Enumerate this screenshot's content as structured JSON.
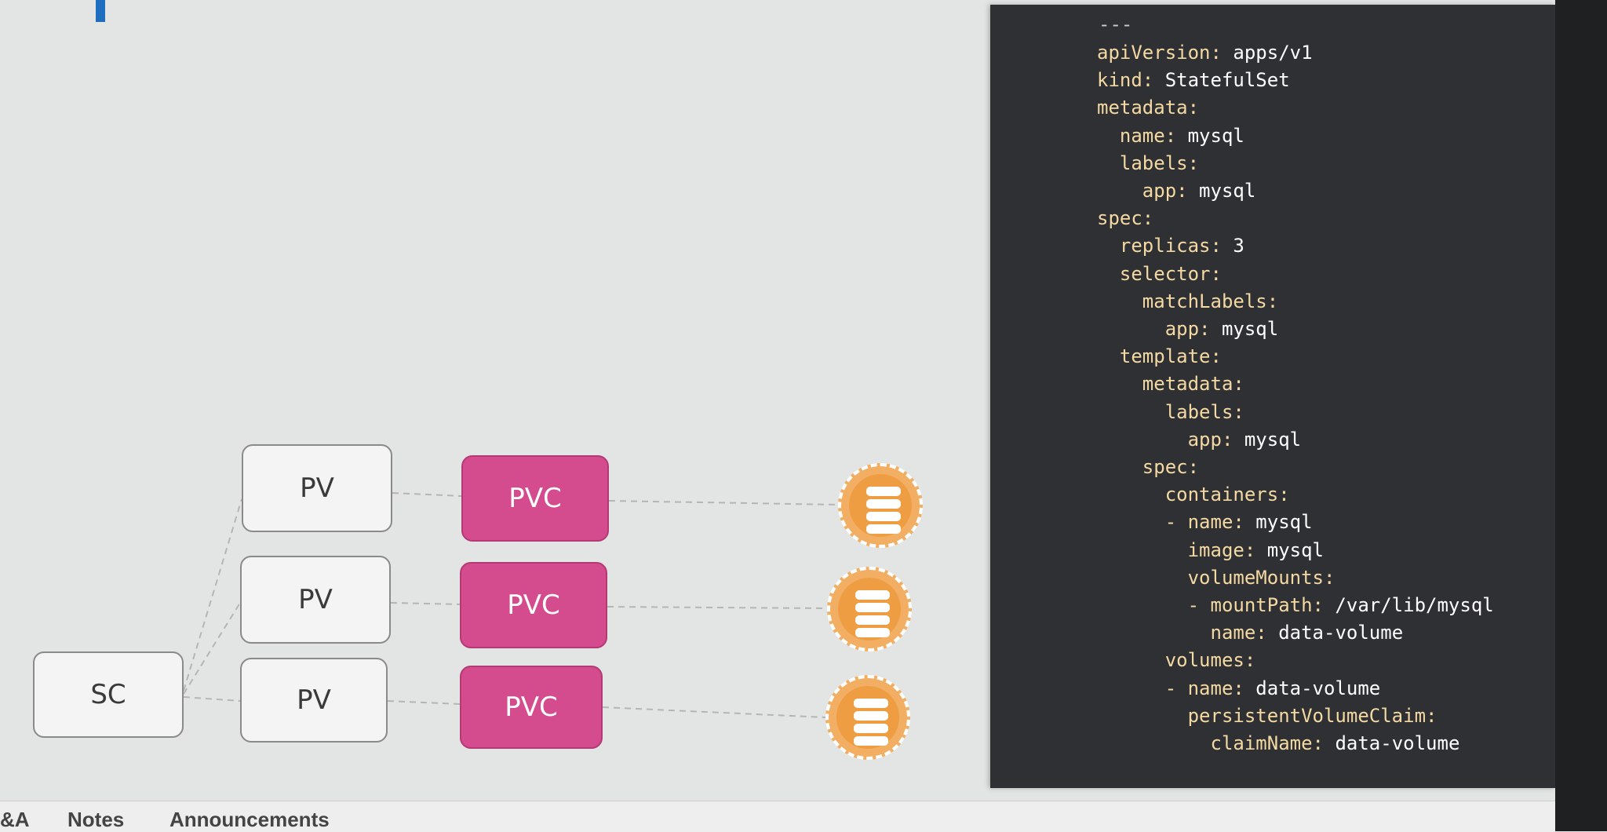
{
  "diagram": {
    "sc_label": "SC",
    "pv_labels": [
      "PV",
      "PV",
      "PV"
    ],
    "pvc_labels": [
      "PVC",
      "PVC",
      "PVC"
    ],
    "colors": {
      "pvc_fill": "#d44b8e",
      "disk": "#ef9d43",
      "box_border": "#8a8a8a"
    },
    "icons": [
      "database-disk-icon",
      "database-disk-icon",
      "database-disk-icon"
    ]
  },
  "code": {
    "separator": "---",
    "lines": [
      {
        "indent": "",
        "key": "apiVersion:",
        "value": " apps/v1"
      },
      {
        "indent": "",
        "key": "kind:",
        "value": " StatefulSet"
      },
      {
        "indent": "",
        "key": "metadata:",
        "value": ""
      },
      {
        "indent": "  ",
        "key": "name:",
        "value": " mysql"
      },
      {
        "indent": "  ",
        "key": "labels:",
        "value": ""
      },
      {
        "indent": "    ",
        "key": "app:",
        "value": " mysql"
      },
      {
        "indent": "",
        "key": "spec:",
        "value": ""
      },
      {
        "indent": "  ",
        "key": "replicas:",
        "value": " 3"
      },
      {
        "indent": "  ",
        "key": "selector:",
        "value": ""
      },
      {
        "indent": "    ",
        "key": "matchLabels:",
        "value": ""
      },
      {
        "indent": "      ",
        "key": "app:",
        "value": " mysql"
      },
      {
        "indent": "  ",
        "key": "template:",
        "value": ""
      },
      {
        "indent": "    ",
        "key": "metadata:",
        "value": ""
      },
      {
        "indent": "      ",
        "key": "labels:",
        "value": ""
      },
      {
        "indent": "        ",
        "key": "app:",
        "value": " mysql"
      },
      {
        "indent": "    ",
        "key": "spec:",
        "value": ""
      },
      {
        "indent": "      ",
        "key": "containers:",
        "value": ""
      },
      {
        "indent": "      ",
        "key": "- name:",
        "value": " mysql"
      },
      {
        "indent": "        ",
        "key": "image:",
        "value": " mysql"
      },
      {
        "indent": "        ",
        "key": "volumeMounts:",
        "value": ""
      },
      {
        "indent": "        ",
        "key": "- mountPath:",
        "value": " /var/lib/mysql"
      },
      {
        "indent": "          ",
        "key": "name:",
        "value": " data-volume"
      },
      {
        "indent": "      ",
        "key": "volumes:",
        "value": ""
      },
      {
        "indent": "      ",
        "key": "- name:",
        "value": " data-volume"
      },
      {
        "indent": "        ",
        "key": "persistentVolumeClaim:",
        "value": ""
      },
      {
        "indent": "          ",
        "key": "claimName:",
        "value": " data-volume"
      }
    ]
  },
  "bottom_tabs": [
    "&A",
    "Notes",
    "Announcements"
  ]
}
